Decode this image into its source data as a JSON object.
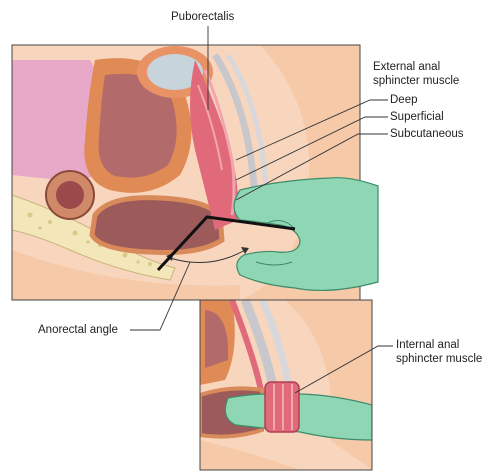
{
  "labels": {
    "puborectalis": "Puborectalis",
    "external_line1": "External anal",
    "external_line2": "sphincter muscle",
    "deep": "Deep",
    "superficial": "Superficial",
    "subcutaneous": "Subcutaneous",
    "anorectal_angle": "Anorectal angle",
    "internal_line1": "Internal anal",
    "internal_line2": "sphincter muscle"
  },
  "colors": {
    "background": "#ffffff",
    "frame": "#444444",
    "skin": "#f6c9a8",
    "skin_dark": "#eeb58f",
    "pink_organ": "#e8a9c8",
    "bone": "#f3e6b8",
    "bone_speckle": "#d9c98a",
    "muscle": "#e06a7a",
    "muscle_light": "#f2a6ae",
    "rectum_wall": "#d98a5a",
    "rectum_inner": "#b26a6a",
    "bladder_outer": "#e89266",
    "bladder_inner": "#c8d4dc",
    "glove": "#8fd6b4",
    "glove_outline": "#3c8c6a",
    "angle_line": "#111111",
    "leader_line": "#333333"
  }
}
